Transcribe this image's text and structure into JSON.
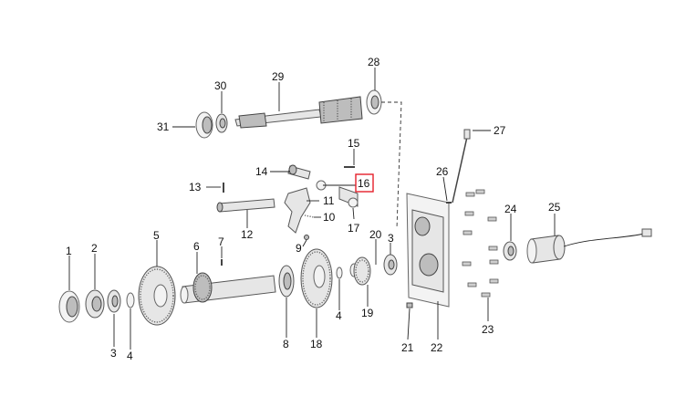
{
  "highlight_color": "#e5202a",
  "labels": {
    "p1": "1",
    "p2": "2",
    "p3a": "3",
    "p3b": "3",
    "p4a": "4",
    "p4b": "4",
    "p5": "5",
    "p6": "6",
    "p7": "7",
    "p8": "8",
    "p9": "9",
    "p10": "10",
    "p11": "11",
    "p12": "12",
    "p13": "13",
    "p14": "14",
    "p15": "15",
    "p16": "16",
    "p17": "17",
    "p18": "18",
    "p19": "19",
    "p20": "20",
    "p21": "21",
    "p22": "22",
    "p23": "23",
    "p24": "24",
    "p25": "25",
    "p26": "26",
    "p27": "27",
    "p28": "28",
    "p29": "29",
    "p30": "30",
    "p31": "31"
  }
}
